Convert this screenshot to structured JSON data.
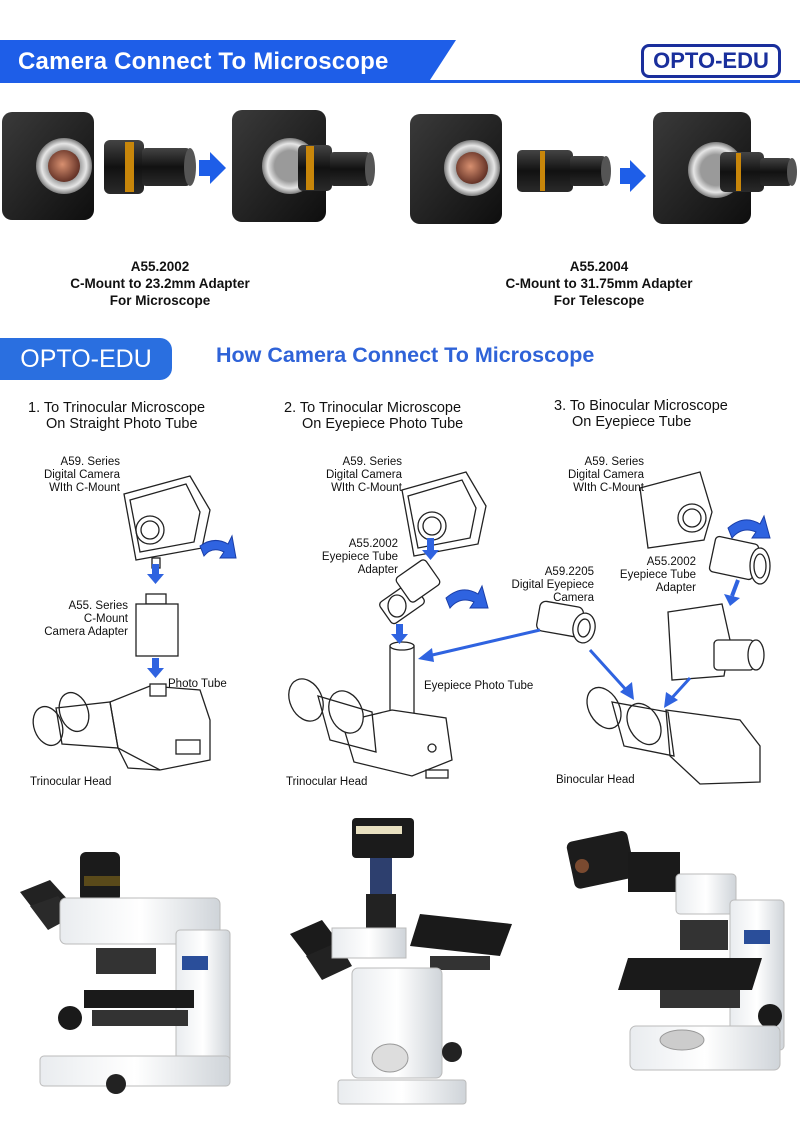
{
  "header": {
    "title": "Camera Connect To Microscope",
    "brand": "OPTO-EDU"
  },
  "adapters": [
    {
      "model": "A55.2002",
      "desc": "C-Mount to 23.2mm Adapter",
      "use": "For Microscope"
    },
    {
      "model": "A55.2004",
      "desc": "C-Mount to 31.75mm Adapter",
      "use": "For Telescope"
    }
  ],
  "section": {
    "brand": "OPTO-EDU",
    "title": "How Camera Connect To Microscope"
  },
  "steps": [
    {
      "title_line1": "1. To Trinocular Microscope",
      "title_line2": "On Straight Photo Tube",
      "camera_l1": "A59. Series",
      "camera_l2": "Digital Camera",
      "camera_l3": "WIth C-Mount",
      "adapter_l1": "A55. Series",
      "adapter_l2": "C-Mount",
      "adapter_l3": "Camera Adapter",
      "tube": "Photo Tube",
      "head": "Trinocular Head"
    },
    {
      "title_line1": "2. To Trinocular Microscope",
      "title_line2": "On Eyepiece Photo Tube",
      "camera_l1": "A59. Series",
      "camera_l2": "Digital Camera",
      "camera_l3": "WIth C-Mount",
      "adapter_l1": "A55.2002",
      "adapter_l2": "Eyepiece Tube",
      "adapter_l3": "Adapter",
      "tube": "Eyepiece Photo Tube",
      "head": "Trinocular Head"
    },
    {
      "title_line1": "3. To Binocular Microscope",
      "title_line2": "On Eyepiece Tube",
      "camera_l1": "A59. Series",
      "camera_l2": "Digital Camera",
      "camera_l3": "WIth C-Mount",
      "adapter_l1": "A55.2002",
      "adapter_l2": "Eyepiece Tube",
      "adapter_l3": "Adapter",
      "head": "Binocular  Head"
    }
  ],
  "eyepiece_camera": {
    "l1": "A59.2205",
    "l2": "Digital Eyepiece",
    "l3": "Camera"
  },
  "colors": {
    "accent": "#1e5ee8",
    "brand": "#1a2f9c",
    "arrow": "#2f63e0",
    "camera_body": "#1c1c1c",
    "ring": "#c8860a"
  }
}
